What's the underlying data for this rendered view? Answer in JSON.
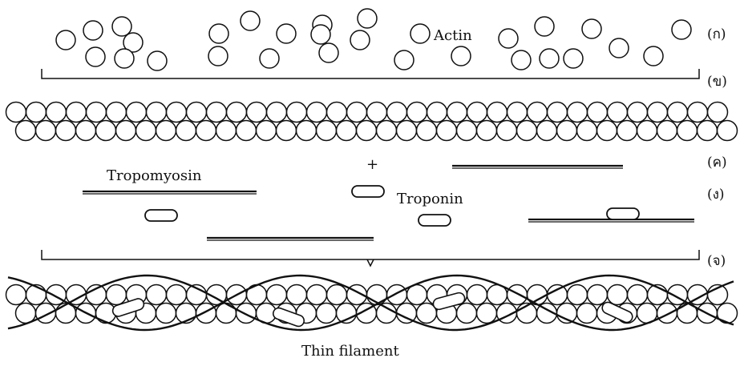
{
  "labels": {
    "actin": "Actin",
    "tropomyosin": "Tropomyosin",
    "troponin": "Troponin",
    "plus": "+",
    "thin_filament": "Thin filament"
  },
  "row_labels": [
    "(ก)",
    "(ข)",
    "(ค)",
    "(ง)",
    "(จ)"
  ],
  "colors": {
    "ink": "#111111",
    "paper": "#ffffff"
  }
}
